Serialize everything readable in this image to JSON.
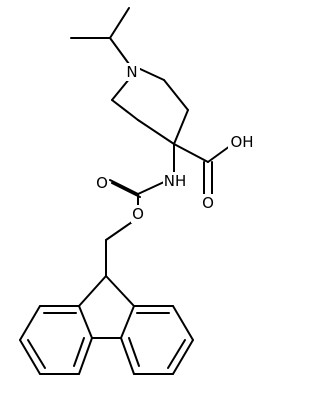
{
  "structure": {
    "atoms": {
      "n_ring": "N",
      "oh": "OH",
      "acid_o": "O",
      "nh": "NH",
      "carbamate_o": "O",
      "ester_o": "O"
    },
    "colors": {
      "bond": "#000000",
      "label": "#000000",
      "background": "#ffffff"
    }
  }
}
